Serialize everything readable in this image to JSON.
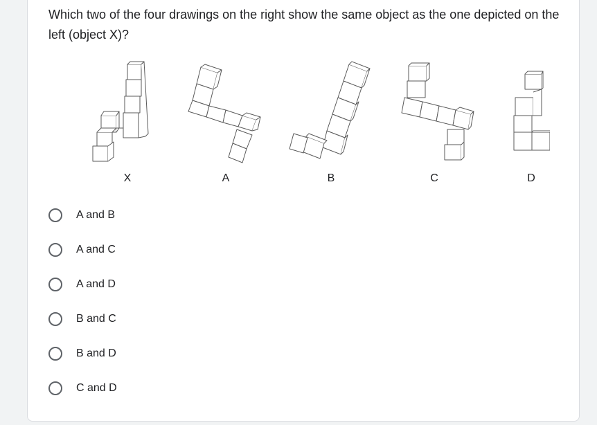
{
  "question": {
    "text": "Which two of the four drawings on the right show the same object as the one depicted on the left (object X)?"
  },
  "figure": {
    "labels": [
      "X",
      "A",
      "B",
      "C",
      "D"
    ],
    "line_color": "#5a5a5a"
  },
  "options": [
    {
      "label": "A and B",
      "selected": false
    },
    {
      "label": "A and C",
      "selected": false
    },
    {
      "label": "A and D",
      "selected": false
    },
    {
      "label": "B and C",
      "selected": false
    },
    {
      "label": "B and D",
      "selected": false
    },
    {
      "label": "C and D",
      "selected": false
    }
  ],
  "colors": {
    "background": "#f1f3f4",
    "card": "#ffffff",
    "text": "#202124",
    "radio": "#5f6368"
  }
}
